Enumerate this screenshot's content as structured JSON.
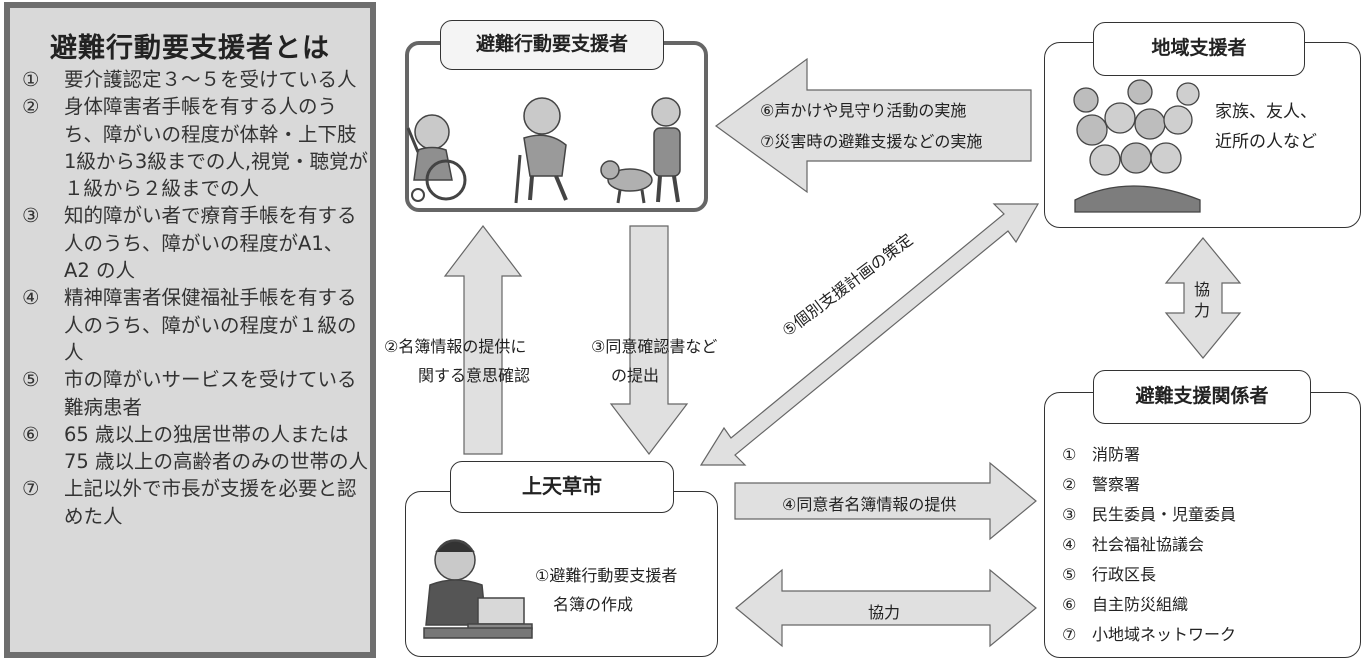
{
  "definition": {
    "title": "避難行動要支援者とは",
    "items": [
      {
        "num": "①",
        "text": "要介護認定３～５を受けている人"
      },
      {
        "num": "②",
        "text": "身体障害者手帳を有する人のうち、障がいの程度が体幹・上下肢1級から3級までの人,視覚・聴覚が１級から２級までの人"
      },
      {
        "num": "③",
        "text": "知的障がい者で療育手帳を有する人のうち、障がいの程度がA1、A2 の人"
      },
      {
        "num": "④",
        "text": "精神障害者保健福祉手帳を有する人のうち、障がいの程度が１級の人"
      },
      {
        "num": "⑤",
        "text": "市の障がいサービスを受けている難病患者"
      },
      {
        "num": "⑥",
        "text": "65 歳以上の独居世帯の人または 75 歳以上の高齢者のみの世帯の人"
      },
      {
        "num": "⑦",
        "text": "上記以外で市長が支援を必要と認めた人"
      }
    ]
  },
  "nodes": {
    "elder": {
      "title": "避難行動要支援者"
    },
    "region": {
      "title": "地域支援者",
      "caption_line1": "家族、友人、",
      "caption_line2": "近所の人など"
    },
    "city": {
      "title": "上天草市",
      "caption_line1": "①避難行動要支援者",
      "caption_line2": "名簿の作成"
    },
    "support": {
      "title": "避難支援関係者",
      "items": [
        {
          "num": "①",
          "text": "消防署"
        },
        {
          "num": "②",
          "text": "警察署"
        },
        {
          "num": "③",
          "text": "民生委員・児童委員"
        },
        {
          "num": "④",
          "text": "社会福祉協議会"
        },
        {
          "num": "⑤",
          "text": "行政区長"
        },
        {
          "num": "⑥",
          "text": "自主防災組織"
        },
        {
          "num": "⑦",
          "text": "小地域ネットワーク"
        }
      ]
    }
  },
  "arrows": {
    "region_to_elder_line1": "⑥声かけや見守り活動の実施",
    "region_to_elder_line2": "⑦災害時の避難支援などの実施",
    "consent_line1": "②名簿情報の提供に",
    "consent_line2": "関する意思確認",
    "submit_line1": "③同意確認書など",
    "submit_line2": "の提出",
    "plan_label": "⑤個別支援計画の策定",
    "provide_label": "④同意者名簿情報の提供",
    "coop_bottom": "協力",
    "coop_right_1": "協",
    "coop_right_2": "力"
  },
  "colors": {
    "arrow_fill": "#e0e0e0",
    "arrow_stroke": "#666666",
    "panel_bg": "#d9d9d9",
    "panel_border": "#6e6e6e"
  }
}
